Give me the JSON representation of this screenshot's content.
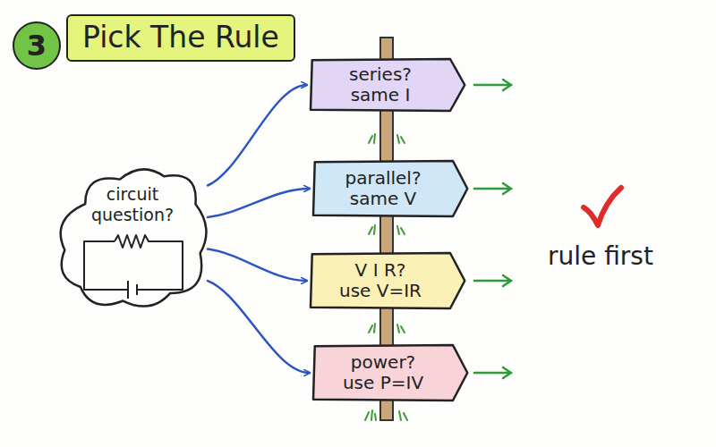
{
  "diagram": {
    "title": "Pick The Rule",
    "nodes": [
      {
        "text": [
          "circuit question?"
        ]
      },
      {
        "text": [
          "series?",
          "same I"
        ]
      },
      {
        "text": [
          "parallel?",
          "same V"
        ]
      },
      {
        "text": [
          "V I R?",
          "use V=IR"
        ]
      },
      {
        "text": [
          "power?",
          "use P=IV"
        ]
      }
    ],
    "edges": [
      {
        "from": 0,
        "to": 1,
        "arrow": "to"
      },
      {
        "from": 0,
        "to": 2,
        "arrow": "to"
      },
      {
        "from": 0,
        "to": 3,
        "arrow": "to"
      },
      {
        "from": 0,
        "to": 4,
        "arrow": "to"
      }
    ],
    "labels": [
      "3",
      "rule first"
    ]
  }
}
